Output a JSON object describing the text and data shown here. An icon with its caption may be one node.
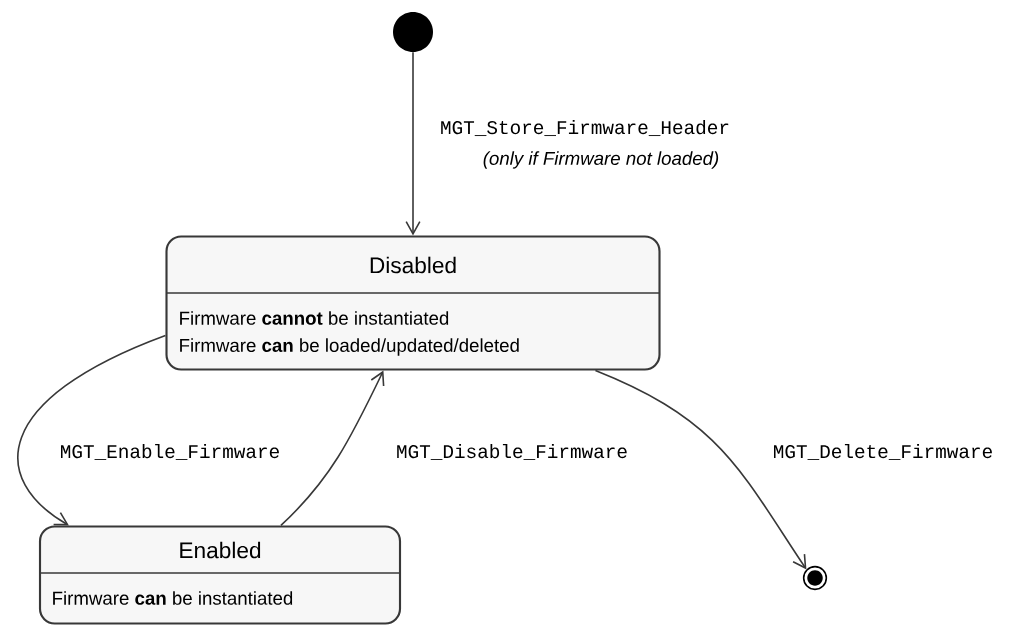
{
  "diagram": {
    "nodes": [
      {
        "text": [],
        "shape": "circle"
      },
      {
        "text": [
          "Disabled",
          "Firmware **cannot** be instantiated",
          "Firmware **can** be loaded/updated/deleted"
        ]
      },
      {
        "text": [
          "Enabled",
          "Firmware **can** be instantiated"
        ]
      },
      {
        "text": [],
        "shape": "circle"
      }
    ],
    "edges": [
      {
        "from": 0,
        "to": 1,
        "arrow": "to",
        "label": "MGT_Store_Firmware_Header"
      },
      {
        "from": 1,
        "to": 2,
        "arrow": "to",
        "label": "MGT_Enable_Firmware"
      },
      {
        "from": 2,
        "to": 1,
        "arrow": "to",
        "label": "MGT_Disable_Firmware"
      },
      {
        "from": 1,
        "to": 3,
        "arrow": "to",
        "label": "MGT_Delete_Firmware"
      }
    ],
    "labels": [
      "(only if Firmware not loaded)"
    ]
  }
}
